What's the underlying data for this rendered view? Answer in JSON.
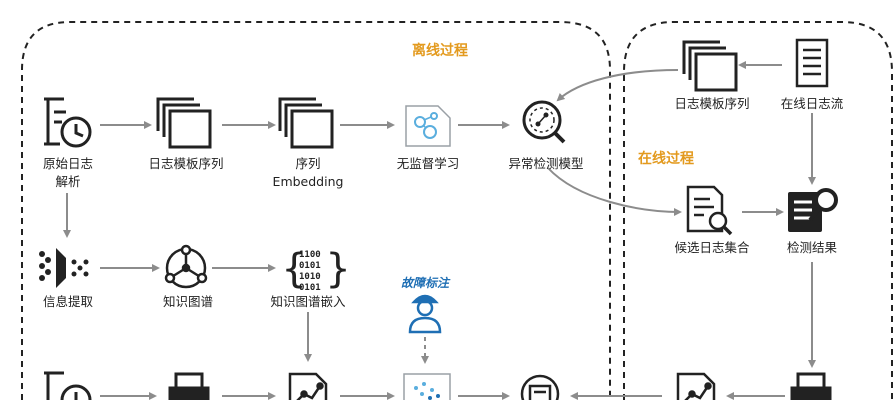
{
  "offline": {
    "title": "离线过程"
  },
  "online": {
    "title": "在线过程"
  },
  "nodes": {
    "raw_log_line1": "原始日志",
    "raw_log_line2": "解析",
    "log_template_seq": "日志模板序列",
    "seq_embed_line1": "序列",
    "seq_embed_line2": "Embedding",
    "unsupervised": "无监督学习",
    "anomaly_model": "异常检测模型",
    "info_extract": "信息提取",
    "knowledge_graph": "知识图谱",
    "kg_embedding": "知识图谱嵌入",
    "fault_label": "故障标注",
    "online_template_seq": "日志模板序列",
    "online_log_stream": "在线日志流",
    "candidate_set": "候选日志集合",
    "detect_result": "检测结果"
  },
  "colors": {
    "dark": "#222222",
    "arrow": "#8c8c8c",
    "accent_orange": "#e39a1e",
    "accent_blue": "#1f6fb4",
    "light_blue": "#5aaede"
  }
}
